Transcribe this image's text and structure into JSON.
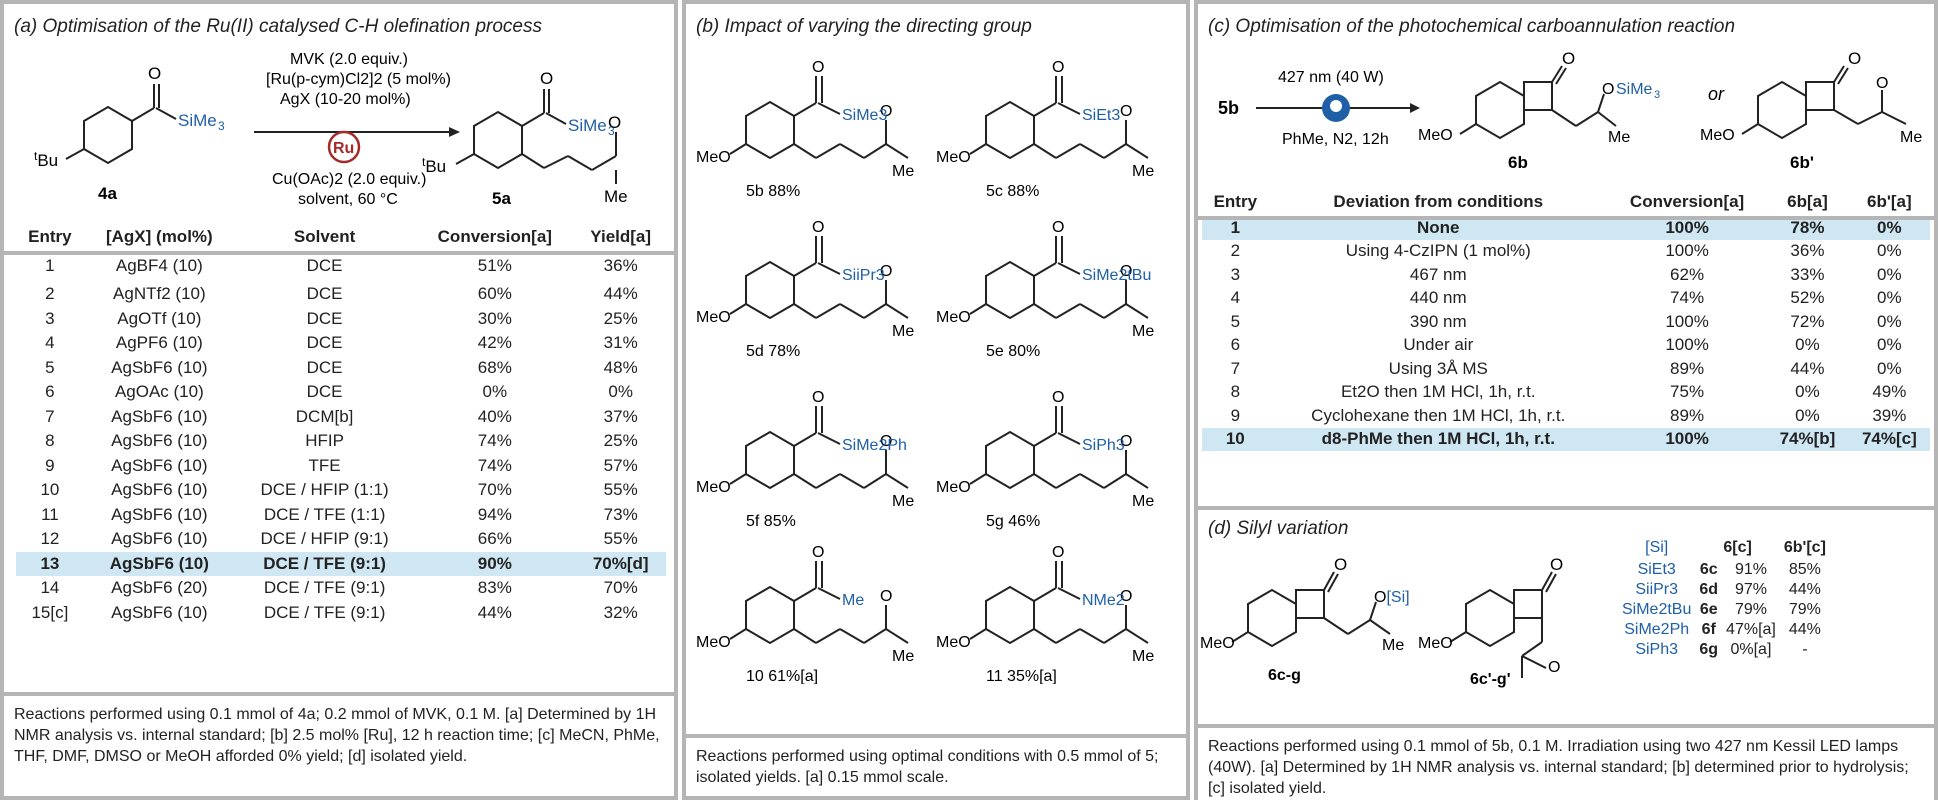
{
  "panelA": {
    "title": "(a) Optimisation of the Ru(II) catalysed C-H olefination process",
    "reagents": [
      "MVK (2.0 equiv.)",
      "[Ru(p-cym)Cl2]2 (5 mol%)",
      "AgX (10-20 mol%)",
      "Cu(OAc)2 (2.0 equiv.)",
      "solvent, 60 °C"
    ],
    "substrate_label": "4a",
    "product_label": "5a",
    "headers": [
      "Entry",
      "[AgX] (mol%)",
      "Solvent",
      "Conversion[a]",
      "Yield[a]"
    ],
    "rows": [
      [
        "1",
        "AgBF4 (10)",
        "DCE",
        "51%",
        "36%"
      ],
      [
        "2",
        "AgNTf2 (10)",
        "DCE",
        "60%",
        "44%"
      ],
      [
        "3",
        "AgOTf (10)",
        "DCE",
        "30%",
        "25%"
      ],
      [
        "4",
        "AgPF6 (10)",
        "DCE",
        "42%",
        "31%"
      ],
      [
        "5",
        "AgSbF6 (10)",
        "DCE",
        "68%",
        "48%"
      ],
      [
        "6",
        "AgOAc (10)",
        "DCE",
        "0%",
        "0%"
      ],
      [
        "7",
        "AgSbF6 (10)",
        "DCM[b]",
        "40%",
        "37%"
      ],
      [
        "8",
        "AgSbF6 (10)",
        "HFIP",
        "74%",
        "25%"
      ],
      [
        "9",
        "AgSbF6 (10)",
        "TFE",
        "74%",
        "57%"
      ],
      [
        "10",
        "AgSbF6 (10)",
        "DCE / HFIP (1:1)",
        "70%",
        "55%"
      ],
      [
        "11",
        "AgSbF6 (10)",
        "DCE / TFE (1:1)",
        "94%",
        "73%"
      ],
      [
        "12",
        "AgSbF6 (10)",
        "DCE / HFIP (9:1)",
        "66%",
        "55%"
      ],
      [
        "13",
        "AgSbF6 (10)",
        "DCE / TFE (9:1)",
        "90%",
        "70%[d]"
      ],
      [
        "14",
        "AgSbF6 (20)",
        "DCE / TFE (9:1)",
        "83%",
        "70%"
      ],
      [
        "15[c]",
        "AgSbF6 (10)",
        "DCE / TFE (9:1)",
        "44%",
        "32%"
      ]
    ],
    "caption": "Reactions performed using 0.1 mmol of 4a; 0.2 mmol of MVK, 0.1 M. [a] Determined by 1H NMR analysis vs. internal standard; [b] 2.5 mol% [Ru], 12 h reaction time; [c] MeCN, PhMe, THF, DMF, DMSO or MeOH afforded 0% yield; [d] isolated yield."
  },
  "panelB": {
    "title": "(b) Impact of varying the directing group",
    "compounds": [
      {
        "label": "5b 88%",
        "group": "SiMe3"
      },
      {
        "label": "5c 88%",
        "group": "SiEt3"
      },
      {
        "label": "5d 78%",
        "group": "SiiPr3"
      },
      {
        "label": "5e 80%",
        "group": "SiMe2tBu"
      },
      {
        "label": "5f 85%",
        "group": "SiMe2Ph"
      },
      {
        "label": "5g 46%",
        "group": "SiPh3"
      },
      {
        "label": "10 61%[a]",
        "group": "Me"
      },
      {
        "label": "11 35%[a]",
        "group": "NMe2"
      }
    ],
    "caption": "Reactions performed using optimal conditions with 0.5 mmol of 5; isolated yields. [a] 0.15 mmol scale."
  },
  "panelC": {
    "title": "(c) Optimisation of the photochemical carboannulation reaction",
    "start": "5b",
    "conditions_top": "427 nm (40 W)",
    "conditions_bottom": "PhMe, N2, 12h",
    "or": "or",
    "prod1": "6b",
    "prod2": "6b'",
    "headers": [
      "Entry",
      "Deviation from conditions",
      "Conversion[a]",
      "6b[a]",
      "6b'[a]"
    ],
    "rows": [
      [
        "1",
        "None",
        "100%",
        "78%",
        "0%"
      ],
      [
        "2",
        "Using 4-CzIPN (1 mol%)",
        "100%",
        "36%",
        "0%"
      ],
      [
        "3",
        "467 nm",
        "62%",
        "33%",
        "0%"
      ],
      [
        "4",
        "440 nm",
        "74%",
        "52%",
        "0%"
      ],
      [
        "5",
        "390 nm",
        "100%",
        "72%",
        "0%"
      ],
      [
        "6",
        "Under air",
        "100%",
        "0%",
        "0%"
      ],
      [
        "7",
        "Using 3Å MS",
        "89%",
        "44%",
        "0%"
      ],
      [
        "8",
        "Et2O then 1M HCl, 1h, r.t.",
        "75%",
        "0%",
        "49%"
      ],
      [
        "9",
        "Cyclohexane then 1M HCl, 1h, r.t.",
        "89%",
        "0%",
        "39%"
      ],
      [
        "10",
        "d8-PhMe then 1M HCl, 1h, r.t.",
        "100%",
        "74%[b]",
        "74%[c]"
      ]
    ]
  },
  "panelD": {
    "title": "(d) Silyl variation",
    "lbl1": "6c-g",
    "lbl2": "6c'-g'",
    "headers": [
      "[Si]",
      "6[c]",
      "6b'[c]"
    ],
    "rows": [
      [
        "SiEt3",
        "6c",
        "91%",
        "85%"
      ],
      [
        "SiiPr3",
        "6d",
        "97%",
        "44%"
      ],
      [
        "SiMe2tBu",
        "6e",
        "79%",
        "79%"
      ],
      [
        "SiMe2Ph",
        "6f",
        "47%[a]",
        "44%"
      ],
      [
        "SiPh3",
        "6g",
        "0%[a]",
        "-"
      ]
    ],
    "caption": "Reactions performed using 0.1 mmol of 5b, 0.1 M. Irradiation using two 427 nm Kessil LED lamps (40W). [a] Determined by 1H NMR analysis vs. internal standard; [b] determined prior to hydrolysis; [c] isolated yield."
  }
}
